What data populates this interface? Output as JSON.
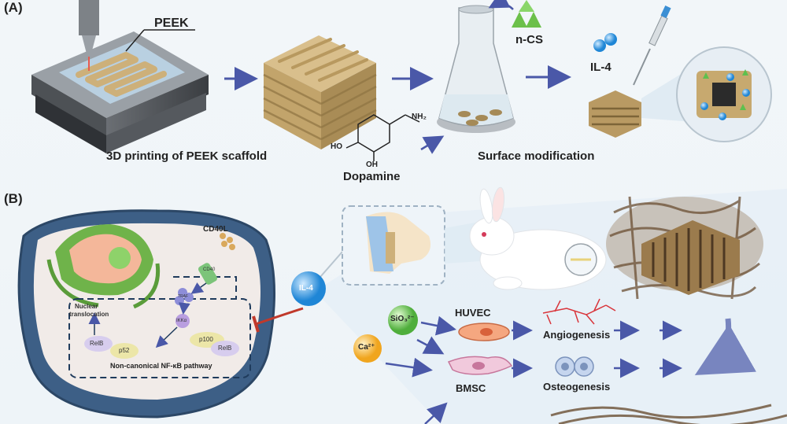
{
  "panel_a": {
    "label": "(A)",
    "peek_label": "PEEK",
    "printing_caption": "3D printing of PEEK scaffold",
    "dopamine_label": "Dopamine",
    "dopamine_nh2": "NH₂",
    "dopamine_oh1": "HO",
    "dopamine_oh2": "OH",
    "ncs_label": "n-CS",
    "il4_label": "IL-4",
    "surface_caption": "Surface modification"
  },
  "panel_b": {
    "label": "(B)",
    "cd40l_label": "CD40L",
    "cd40_label": "CD40",
    "traf_label": "TRAF",
    "ikka_label": "IKKα",
    "nuclear_label_1": "Nuclear",
    "nuclear_label_2": "translocation",
    "relb_left": "RelB",
    "p52": "p52",
    "p100": "p100",
    "relb_right": "RelB",
    "pathway_label": "Non-canonical NF-κB pathway",
    "il4_bubble": "IL-4",
    "sio3_label": "SiO₃²⁻",
    "ca_label": "Ca²⁺",
    "huvec_label": "HUVEC",
    "bmsc_label": "BMSC",
    "angiogenesis_label": "Angiogenesis",
    "osteogenesis_label": "Osteogenesis"
  },
  "colors": {
    "arrow": "#4a58a8",
    "scaffold": "#cdb07a",
    "scaffold_dark": "#a48852",
    "cell_blue": "#3d5f86",
    "inhibit": "#c0392b",
    "vessel": "#d9343a"
  }
}
